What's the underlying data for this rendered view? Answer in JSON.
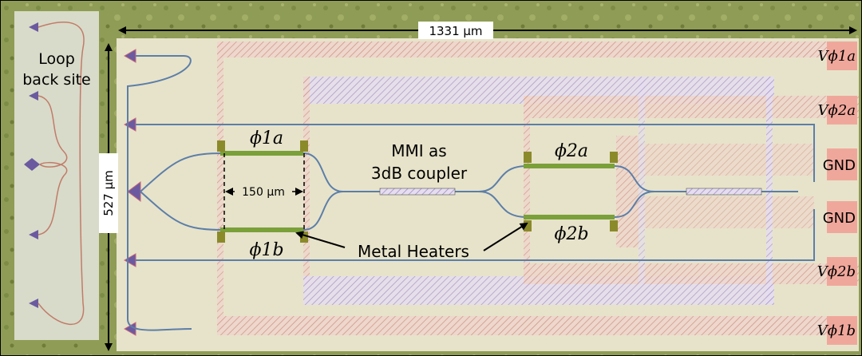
{
  "labels": {
    "loop_back_line1": "Loop",
    "loop_back_line2": "back site",
    "width_dim": "1331 μm",
    "height_dim": "527 μm",
    "heater_len": "150 μm",
    "mmi_line1": "MMI as",
    "mmi_line2": "3dB coupler",
    "metal_heaters": "Metal Heaters",
    "phi_1a": "ϕ1a",
    "phi_1b": "ϕ1b",
    "phi_2a": "ϕ2a",
    "phi_2b": "ϕ2b",
    "v_phi1a": "Vϕ1a",
    "v_phi2a": "Vϕ2a",
    "gnd_1": "GND",
    "gnd_2": "GND",
    "v_phi2b": "Vϕ2b",
    "v_phi1b": "Vϕ1b"
  },
  "colors": {
    "substrate_green": "#8a9a52",
    "chip_bg": "#e6e2c8",
    "loop_panel": "#d9dccb",
    "pad_pink": "#f0a79b",
    "heater_green": "#7aa03a",
    "wg_blue": "#5c7ea8",
    "metal_red": "#d99a8c",
    "metal_purple": "#9c86c0"
  }
}
